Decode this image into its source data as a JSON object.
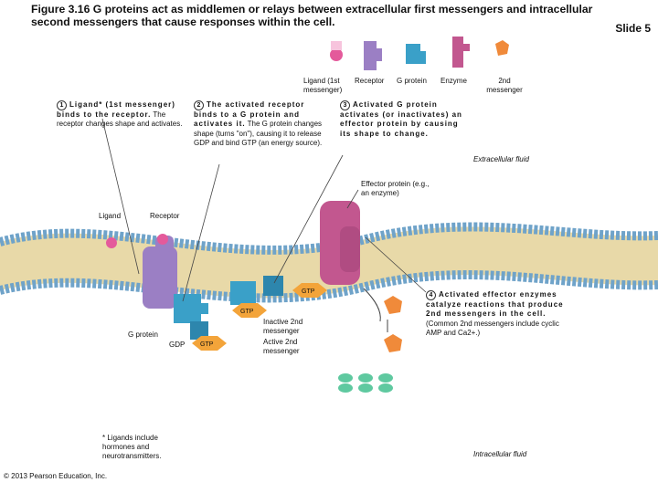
{
  "title": "Figure 3.16 G proteins act as middlemen or relays between extracellular first messengers and intracellular second messengers that cause responses within the cell.",
  "slide": "Slide 5",
  "legend": {
    "ligand": "Ligand (1st messenger)",
    "receptor": "Receptor",
    "g_protein": "G protein",
    "enzyme": "Enzyme",
    "second_messenger": "2nd messenger"
  },
  "steps": [
    {
      "num": "1",
      "bold": "Ligand* (1st messenger) binds to the receptor.",
      "text": "The receptor changes shape and activates."
    },
    {
      "num": "2",
      "bold": "The activated receptor binds to a G protein and activates it.",
      "text": "The G protein changes shape (turns \"on\"), causing it to release GDP and bind GTP (an energy source)."
    },
    {
      "num": "3",
      "bold": "Activated G protein activates (or inactivates) an effector protein by causing its shape to change.",
      "text": ""
    },
    {
      "num": "4",
      "bold": "Activated effector enzymes catalyze reactions that produce 2nd messengers in the cell.",
      "text": "(Common 2nd messengers include cyclic AMP and Ca2+.)"
    }
  ],
  "labels": {
    "extracellular": "Extracellular fluid",
    "intracellular": "Intracellular fluid",
    "effector": "Effector protein (e.g., an enzyme)",
    "ligand": "Ligand",
    "receptor": "Receptor",
    "g_protein": "G protein",
    "gdp": "GDP",
    "gtp": "GTP",
    "inactive": "Inactive 2nd messenger",
    "active": "Active 2nd messenger",
    "footnote": "* Ligands include hormones and neurotransmitters.",
    "copyright": "© 2013 Pearson Education, Inc."
  },
  "colors": {
    "membrane_head": "#6fa3c9",
    "membrane_tail": "#e8d9a8",
    "receptor": "#9b7fc4",
    "ligand": "#e45a9b",
    "g_protein": "#3aa0c8",
    "effector": "#c2578f",
    "gtp": "#f3a43a",
    "second_messenger": "#f08a3a",
    "messenger_cluster": "#5fc9a0"
  }
}
